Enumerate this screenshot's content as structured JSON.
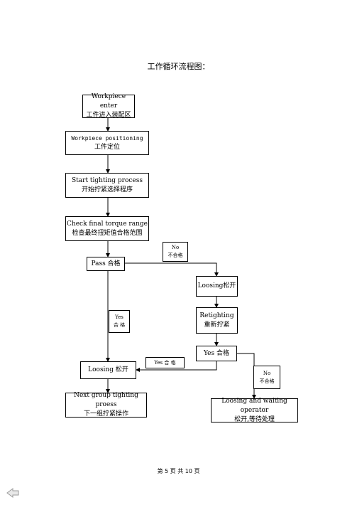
{
  "title": "工作循环流程图：",
  "boxes": {
    "enter": {
      "en": "Workpiece enter",
      "zh": "工件进入装配区"
    },
    "positioning": {
      "en": "Workpiece positioning",
      "zh": "工件定位"
    },
    "tighting": {
      "en": "Start tighting process",
      "zh": "开始拧紧选择程序"
    },
    "check": {
      "en": "Check final torque range",
      "zh": "检查最终扭矩值合格范围"
    },
    "pass": {
      "text": "Pass 合格"
    },
    "loosing_right": {
      "text": "Loosing松开"
    },
    "retighting": {
      "en": "Retighting",
      "zh": "重新拧紧"
    },
    "yes_right": {
      "text": "Yes 合格"
    },
    "loosing_left": {
      "text": "Loosing 松开"
    },
    "next_group": {
      "en": "Next group tighting proess",
      "zh": "下一组拧紧操作"
    },
    "waiting": {
      "en": "Loosing and waiting operator",
      "zh": "松开,等待处理"
    }
  },
  "labels": {
    "no_top": {
      "en": "No",
      "zh": "不合格"
    },
    "yes_left": {
      "en": "Yes",
      "zh": "合 格"
    },
    "yes_mid": {
      "text": "Yes    合    格"
    },
    "no_bottom": {
      "en": "No",
      "zh": "不合格"
    }
  },
  "footer": "第 5 页 共 10 页",
  "colors": {
    "line": "#000000",
    "background": "#ffffff"
  },
  "icons": {
    "nav": "back-arrow-icon"
  }
}
